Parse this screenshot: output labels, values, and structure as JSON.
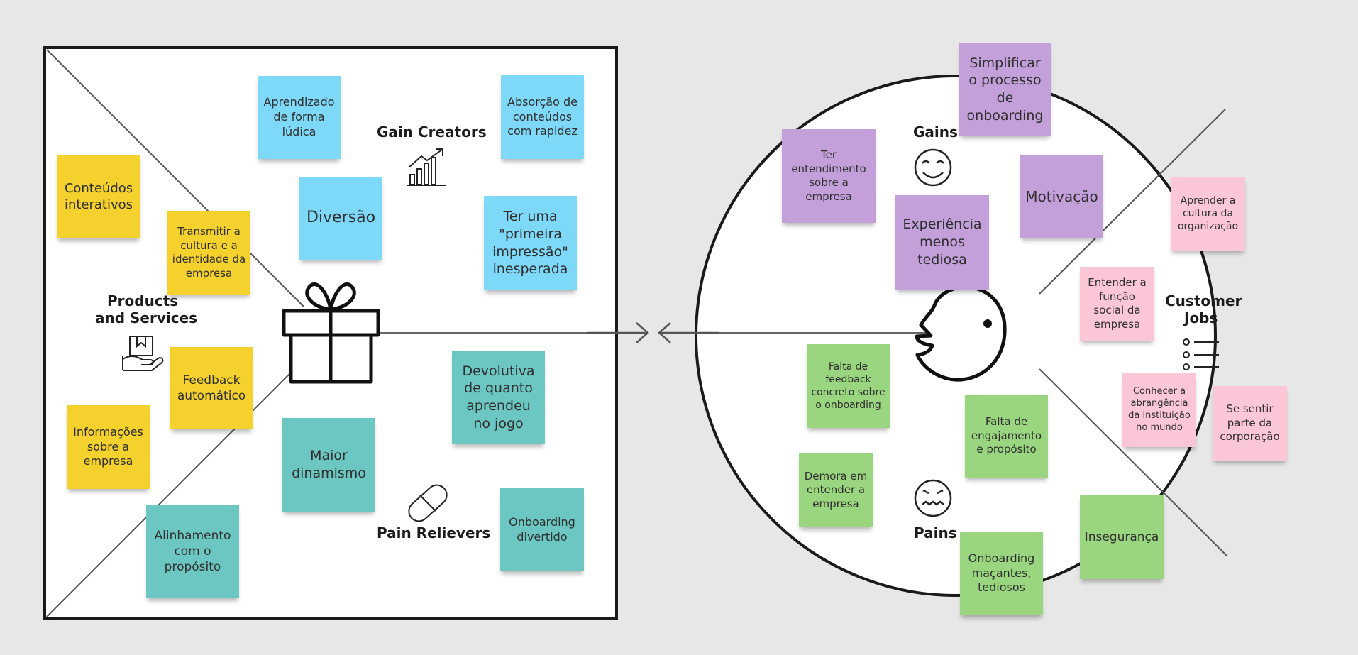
{
  "value_map": {
    "labels": {
      "gain_creators": "Gain Creators",
      "products_services_1": "Products",
      "products_services_2": "and Services",
      "pain_relievers": "Pain Relievers"
    },
    "icons": [
      "trending-up-icon",
      "gift-icon",
      "product-in-hand-icon",
      "pill-icon"
    ]
  },
  "customer_profile": {
    "labels": {
      "gains": "Gains",
      "customer_jobs_1": "Customer",
      "customer_jobs_2": "Jobs",
      "pains": "Pains"
    },
    "icons": [
      "smile-icon",
      "face-head-icon",
      "list-icon",
      "upset-face-icon"
    ]
  },
  "notes": {
    "conteudos_interativos": "Conteúdos interativos",
    "transmitir_cultura": "Transmitir a cultura e a identidade da empresa",
    "feedback_automatico": "Feedback automático",
    "informacoes_empresa": "Informações sobre a empresa",
    "aprendizado_ludica": "Aprendizado de forma lúdica",
    "diversao": "Diversão",
    "absorcao_conteudos": "Absorção de conteúdos com rapidez",
    "primeira_impressao": "Ter uma \"primeira impressão\" inesperada",
    "devolutiva": "Devolutiva de quanto aprendeu no jogo",
    "maior_dinamismo": "Maior dinamismo",
    "onboarding_divertido": "Onboarding divertido",
    "alinhamento": "Alinhamento com o propósito",
    "ter_entendimento": "Ter entendimento sobre a empresa",
    "simplificar": "Simplificar o processo de onboarding",
    "experiencia": "Experiência menos tediosa",
    "motivacao": "Motivação",
    "aprender_cultura": "Aprender a cultura da organização",
    "funcao_social": "Entender a função social da empresa",
    "conhecer_abrangencia": "Conhecer a abrangência da instituição no mundo",
    "sentir_parte": "Se sentir parte da corporação",
    "falta_feedback": "Falta de feedback concreto sobre o onboarding",
    "demora": "Demora em entender a empresa",
    "falta_engajamento": "Falta de engajamento e propósito",
    "onboarding_macantes": "Onboarding maçantes, tediosos",
    "inseguranca": "Insegurança"
  },
  "colors": {
    "background": "#e7e7e7",
    "yellow_note": "#f5d12e",
    "blue_note": "#7ed8f8",
    "teal_note": "#6cc7c2",
    "purple_note": "#c4a0da",
    "green_note": "#9ad580",
    "pink_note": "#fbc6d6"
  }
}
